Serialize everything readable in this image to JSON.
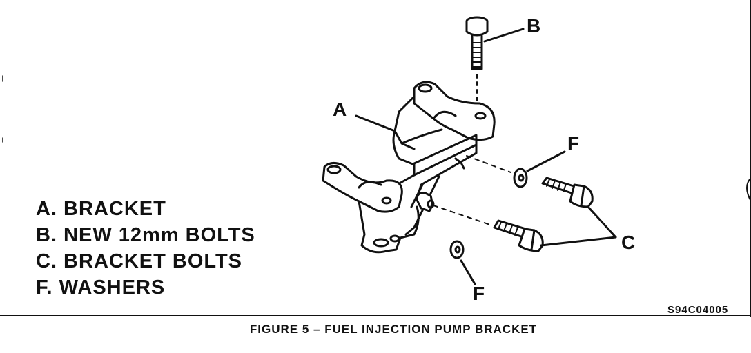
{
  "figure": {
    "legend": [
      "A. BRACKET",
      "B. NEW 12mm BOLTS",
      "C. BRACKET BOLTS",
      "F. WASHERS"
    ],
    "callouts": {
      "a": "A",
      "b": "B",
      "c": "C",
      "f_upper": "F",
      "f_lower": "F"
    },
    "figure_code": "S94C04005",
    "caption": "FIGURE 5  –  FUEL INJECTION PUMP BRACKET"
  }
}
